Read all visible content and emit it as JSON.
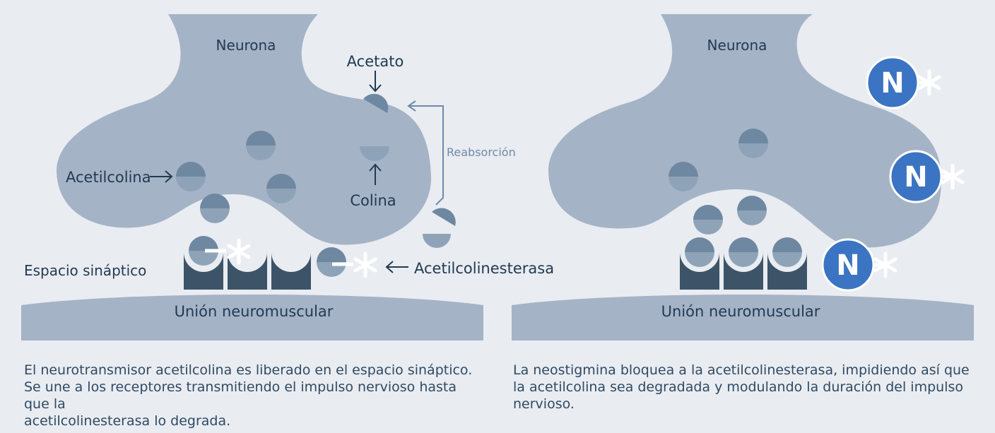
{
  "colors": {
    "background": "#e9ecf1",
    "neuron": "#a5b3c6",
    "membrane": "#a5b3c6",
    "receptor": "#3d5468",
    "molecule_top": "#6f88a1",
    "molecule_bottom": "#8ea3b8",
    "label": "#223a52",
    "reabsorption": "#6f8aa6",
    "neostigmine": "#3b74c2",
    "enzyme_mark": "#ffffff"
  },
  "left_panel": {
    "neuron_label": "Neurona",
    "junction_label": "Unión neuromuscular",
    "synaptic_space_label": "Espacio sináptico",
    "acetate_label": "Acetato",
    "choline_label": "Colina",
    "reabsorption_label": "Reabsorción",
    "acetylcholine_label": "Acetilcolina",
    "acetylcholinesterase_label": "Acetilcolinesterasa",
    "caption": "El neurotransmisor acetilcolina es liberado en el espacio sináptico.\nSe une a los receptores transmitiendo el impulso nervioso hasta que la\nacetilcolinesterasa lo degrada.",
    "icons": [
      "arrow-right-icon",
      "arrow-down-icon",
      "arrow-up-icon",
      "arrow-left-icon",
      "asterisk-icon"
    ]
  },
  "right_panel": {
    "neuron_label": "Neurona",
    "junction_label": "Unión neuromuscular",
    "neostigmine_letter": "N",
    "caption": "La neostigmina bloquea a la acetilcolinesterasa, impidiendo así que\nla acetilcolina sea degradada y modulando la duración del impulso\nnervioso.",
    "icons": [
      "neostigmine-badge-icon",
      "asterisk-icon"
    ]
  }
}
